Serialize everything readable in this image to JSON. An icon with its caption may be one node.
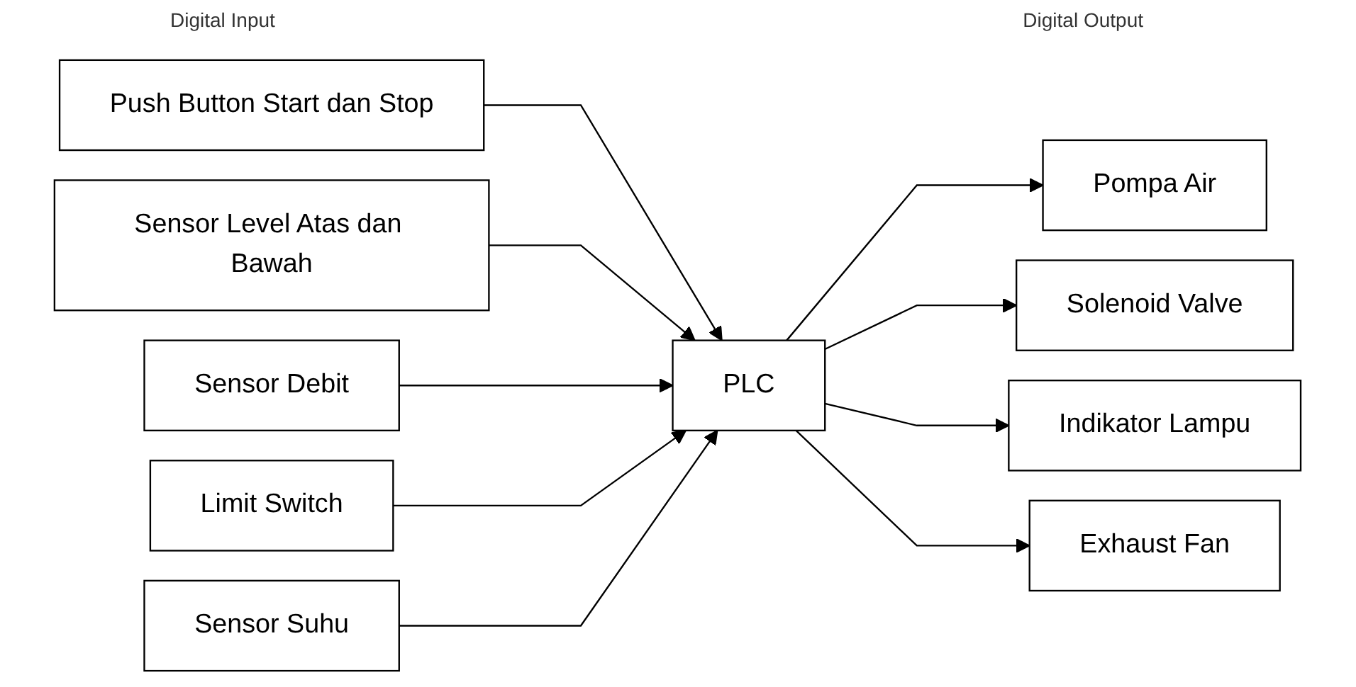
{
  "diagram": {
    "nodes": [
      {
        "text": [
          "Push Button Start dan Stop"
        ]
      },
      {
        "text": [
          "Sensor Level Atas dan Bawah"
        ]
      },
      {
        "text": [
          "Sensor Debit"
        ]
      },
      {
        "text": [
          "Limit Switch"
        ]
      },
      {
        "text": [
          "Sensor Suhu"
        ]
      },
      {
        "text": [
          "PLC"
        ]
      },
      {
        "text": [
          "Pompa Air"
        ]
      },
      {
        "text": [
          "Solenoid Valve"
        ]
      },
      {
        "text": [
          "Indikator Lampu"
        ]
      },
      {
        "text": [
          "Exhaust Fan"
        ]
      }
    ],
    "edges": [
      {
        "from": 0,
        "to": 5,
        "arrow": "to"
      },
      {
        "from": 1,
        "to": 5,
        "arrow": "to"
      },
      {
        "from": 2,
        "to": 5,
        "arrow": "to"
      },
      {
        "from": 3,
        "to": 5,
        "arrow": "to"
      },
      {
        "from": 4,
        "to": 5,
        "arrow": "to"
      },
      {
        "from": 5,
        "to": 6,
        "arrow": "to"
      },
      {
        "from": 5,
        "to": 7,
        "arrow": "to"
      },
      {
        "from": 5,
        "to": 8,
        "arrow": "to"
      },
      {
        "from": 5,
        "to": 9,
        "arrow": "to"
      }
    ],
    "labels": [
      "Digital Input",
      "Digital Output"
    ]
  }
}
